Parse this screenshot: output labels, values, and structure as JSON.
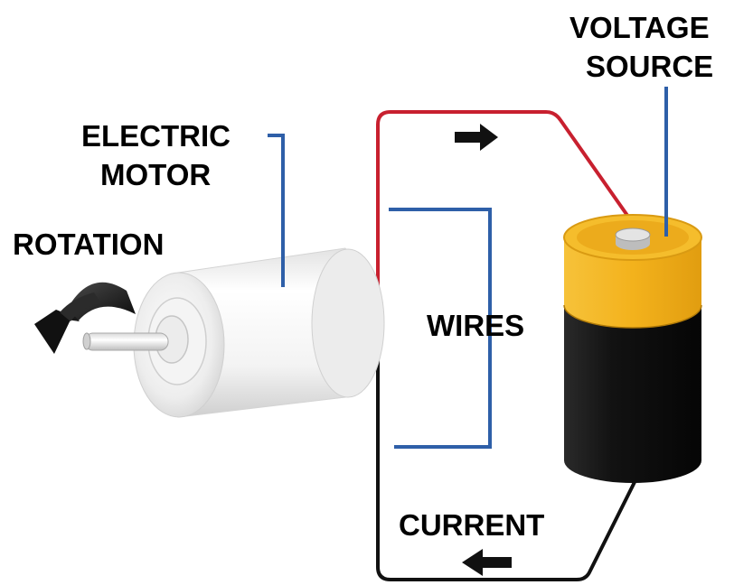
{
  "labels": {
    "voltage_source_line1": "VOLTAGE",
    "voltage_source_line2": "SOURCE",
    "electric_motor_line1": "ELECTRIC",
    "electric_motor_line2": "MOTOR",
    "rotation": "ROTATION",
    "wires": "WIRES",
    "current": "CURRENT"
  },
  "colors": {
    "positive_wire": "#c8202f",
    "negative_wire": "#111111",
    "leader_lines": "#2e5fa8",
    "battery_cap": "#f3b21c",
    "battery_body": "#121212",
    "motor_body": "#f0f0f0",
    "arrow": "#111111"
  },
  "icons": {
    "rotation": "curved-arrow-icon",
    "current_forward": "arrow-right-icon",
    "current_return": "arrow-left-icon"
  }
}
